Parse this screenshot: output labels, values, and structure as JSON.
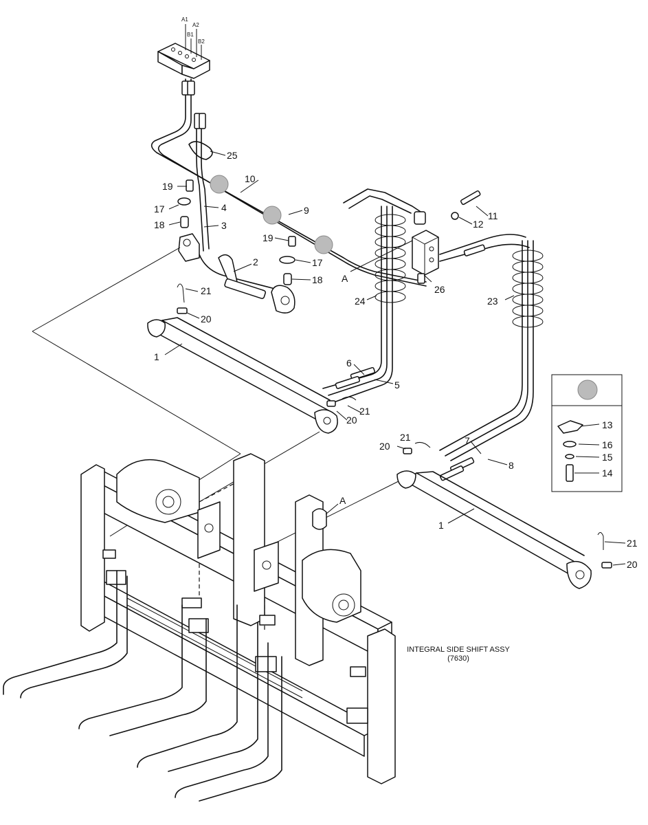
{
  "port_labels": [
    "A1",
    "B1",
    "A2",
    "B2"
  ],
  "callouts": {
    "c1a": "1",
    "c1b": "1",
    "c2": "2",
    "c3": "3",
    "c4": "4",
    "c5": "5",
    "c6": "6",
    "c7": "7",
    "c8": "8",
    "c9": "9",
    "c10": "10",
    "c11": "11",
    "c12": "12",
    "c13": "13",
    "c14": "14",
    "c15": "15",
    "c16": "16",
    "c17a": "17",
    "c17b": "17",
    "c18a": "18",
    "c18b": "18",
    "c19a": "19",
    "c19b": "19",
    "c20a": "20",
    "c20b": "20",
    "c20c": "20",
    "c20d": "20",
    "c21a": "21",
    "c21b": "21",
    "c21c": "21",
    "c21d": "21",
    "c23": "23",
    "c24": "24",
    "c25": "25",
    "c26": "26",
    "cA1": "A",
    "cA2": "A"
  },
  "assembly_label": {
    "line1": "INTEGRAL SIDE SHIFT ASSY",
    "line2": "(7630)"
  },
  "colors": {
    "ink": "#111111",
    "marker_fill": "#bbbbbb"
  }
}
